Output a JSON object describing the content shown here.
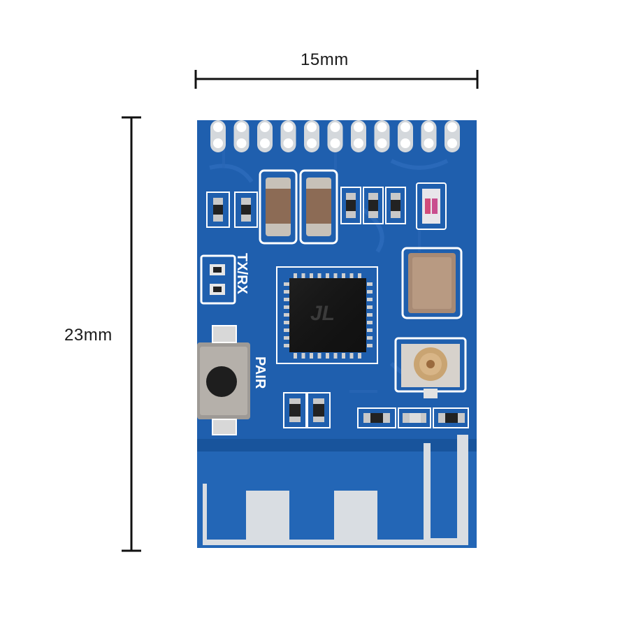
{
  "dimensions": {
    "width_label": "15mm",
    "height_label": "23mm"
  },
  "silkscreen": {
    "txrx_label": "TX/RX",
    "pair_label": "PAIR",
    "chip_logo": "JL"
  },
  "colors": {
    "pcb_blue": "#1f5fae",
    "pcb_dark": "#174c8f",
    "silkscreen": "#ffffff",
    "chip": "#151515",
    "antenna_trace": "#d9dde2",
    "dimension_line": "#111111"
  }
}
